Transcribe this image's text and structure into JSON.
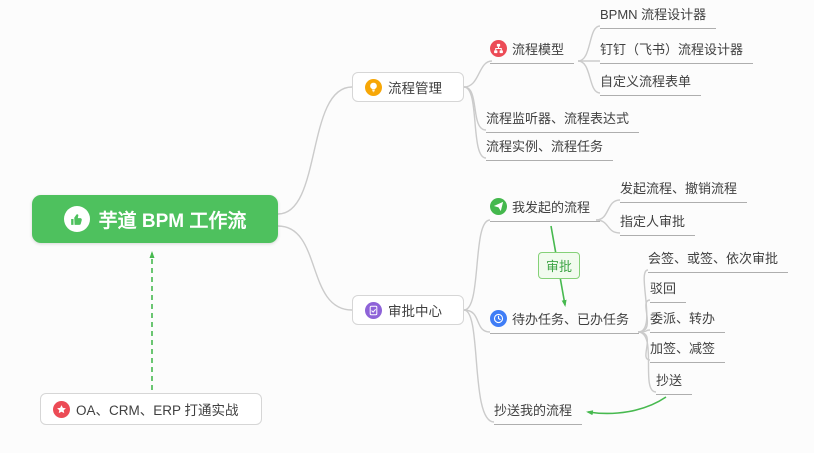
{
  "colors": {
    "root_green": "#4ec15e",
    "arrow_green": "#47b94f",
    "connector_gray": "#cbcbcb",
    "underline_gray": "#aeaeae",
    "box_border": "#d6d6d6",
    "text_dark": "#404040",
    "lightbulb_orange": "#f7a707",
    "model_red": "#ec4b56",
    "send_green": "#44b84d",
    "task_blue": "#3f7df6",
    "approval_purple": "#8e63d8",
    "star_red": "#ec4b56",
    "tag_border": "#85d178",
    "tag_bg": "#f1fbee",
    "tag_text": "#3ea546"
  },
  "root": {
    "label": "芋道 BPM 工作流",
    "icon": "thumbs-up-icon"
  },
  "nodes": {
    "process_management": "流程管理",
    "approval_center": "审批中心",
    "process_model": "流程模型",
    "bpmn_designer": "BPMN 流程设计器",
    "dingtalk_designer": "钉钉（飞书）流程设计器",
    "custom_form": "自定义流程表单",
    "listener_expression": "流程监听器、流程表达式",
    "instance_task": "流程实例、流程任务",
    "my_initiated": "我发起的流程",
    "initiate_cancel": "发起流程、撤销流程",
    "assignee_approval": "指定人审批",
    "todo_done": "待办任务、已办任务",
    "countersign": "会签、或签、依次审批",
    "reject": "驳回",
    "delegate_transfer": "委派、转办",
    "add_reduce_sign": "加签、减签",
    "cc": "抄送",
    "cc_my_flow": "抄送我的流程",
    "oa_practice": "OA、CRM、ERP 打通实战",
    "approval_tag": "审批"
  }
}
